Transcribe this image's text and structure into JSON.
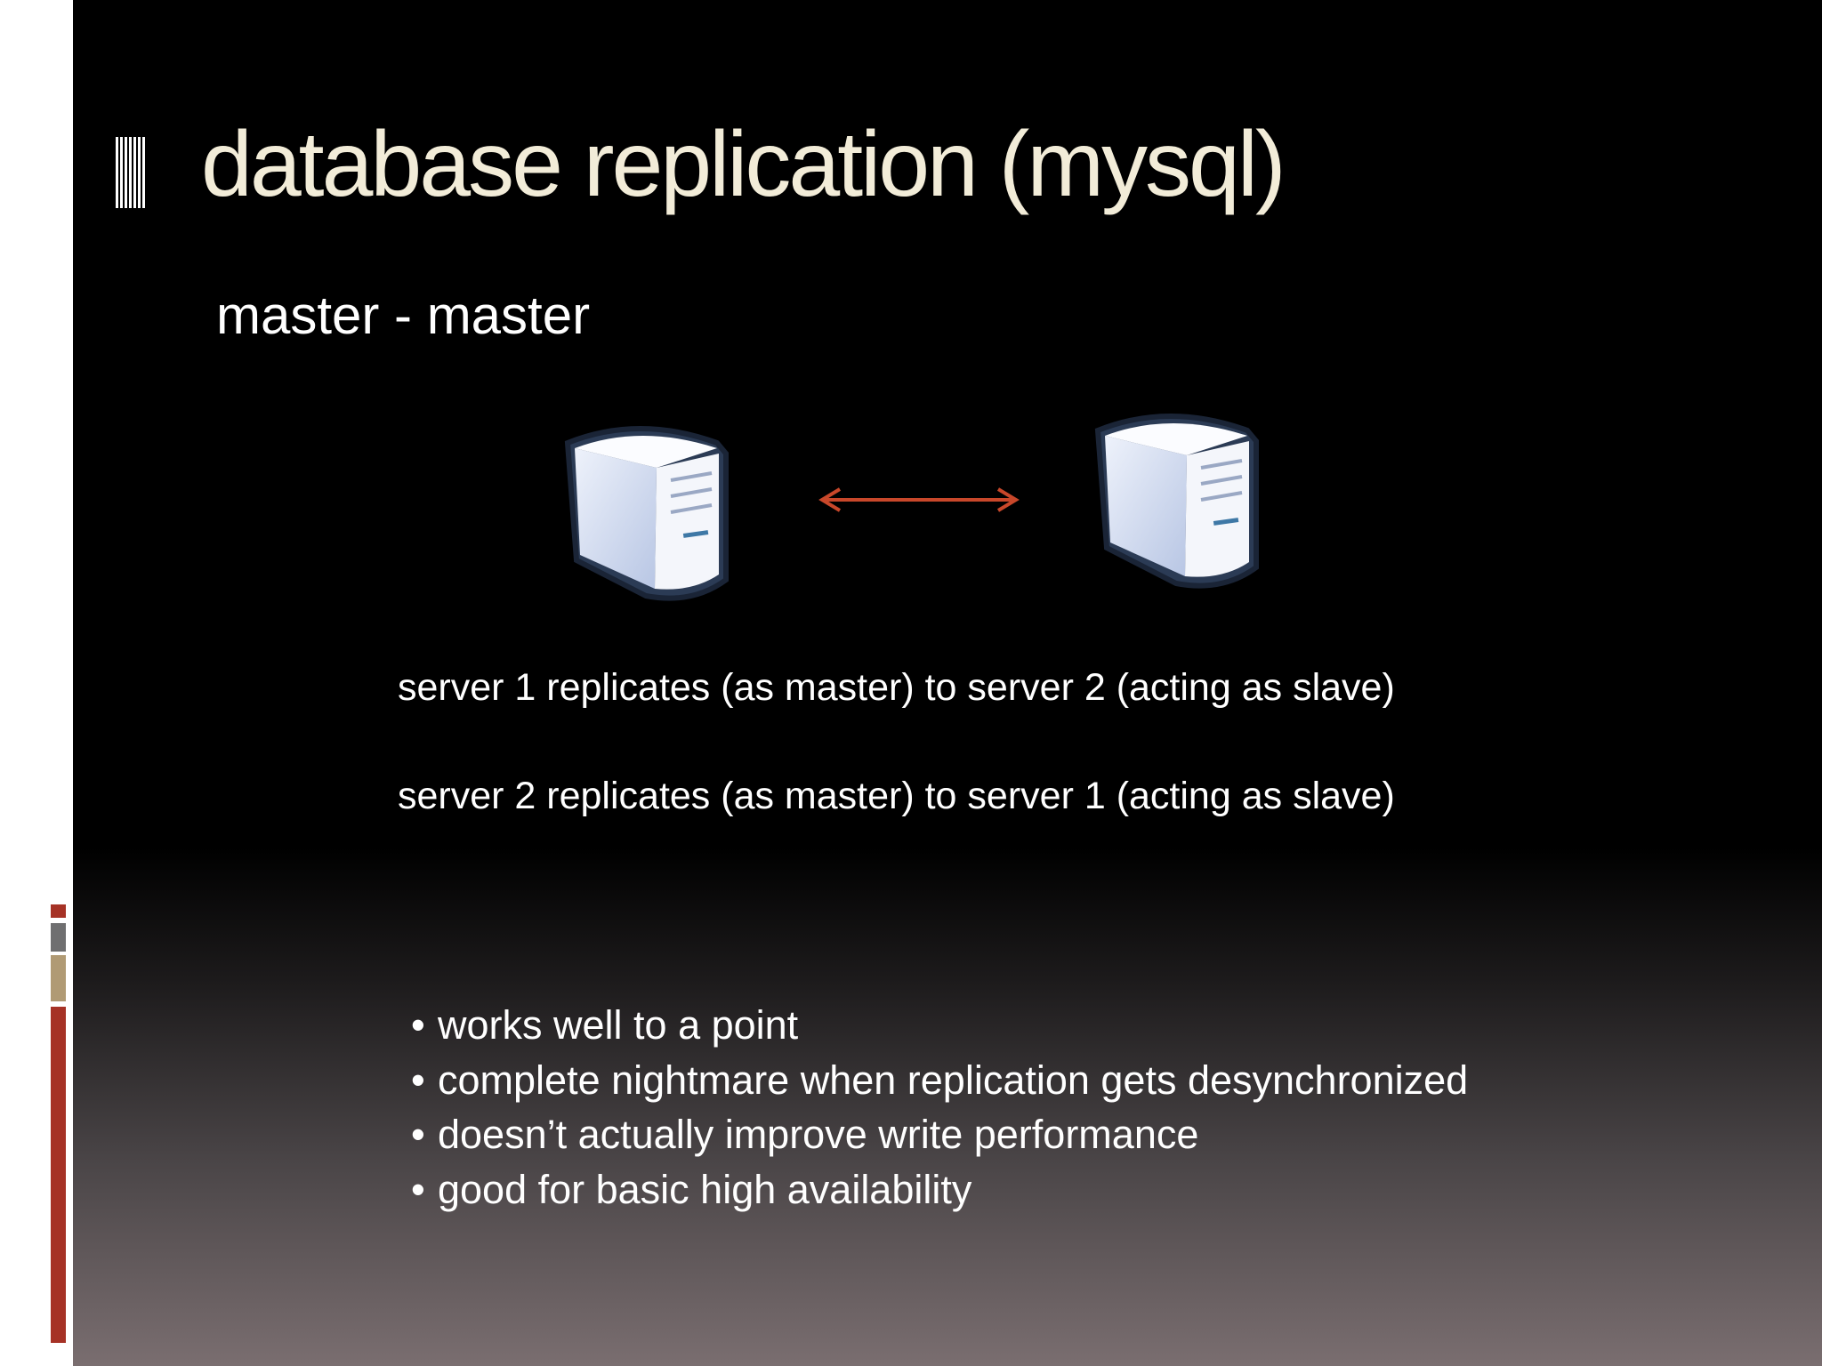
{
  "slide": {
    "title": "database replication (mysql)",
    "subtitle": "master - master",
    "diagram": {
      "left_icon": "server-icon",
      "right_icon": "server-icon",
      "arrow_icon": "bidirectional-arrow-icon",
      "arrow_color": "#c8472a"
    },
    "descriptions": [
      "server 1 replicates (as master) to server 2 (acting as slave)",
      "server 2 replicates (as master) to server 1 (acting as slave)"
    ],
    "bullets": [
      "works well to a point",
      "complete nightmare when replication gets desynchronized",
      "doesn’t actually improve write performance",
      "good for basic high availability"
    ],
    "bullet_glyph": "•"
  },
  "theme": {
    "title_color": "#f2ecd8",
    "accent_red": "#a63226",
    "accent_gray": "#6f6f70",
    "accent_tan": "#b09a74"
  }
}
